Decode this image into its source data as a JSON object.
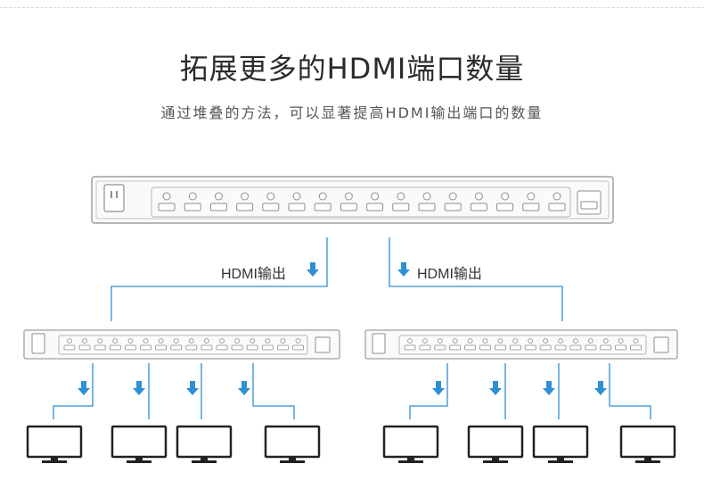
{
  "header": {
    "title": "拓展更多的HDMI端口数量",
    "subtitle": "通过堆叠的方法，可以显著提高HDMI输出端口的数量"
  },
  "diagram": {
    "output_label_left": "HDMI输出",
    "output_label_right": "HDMI输出",
    "line_color": "#2f8fd4",
    "arrow_color": "#2f8fd4",
    "device_stroke": "#9aa0a6",
    "icons": [
      "master-splitter-device",
      "slave-splitter-device",
      "monitor-icon",
      "down-arrow-icon"
    ]
  }
}
